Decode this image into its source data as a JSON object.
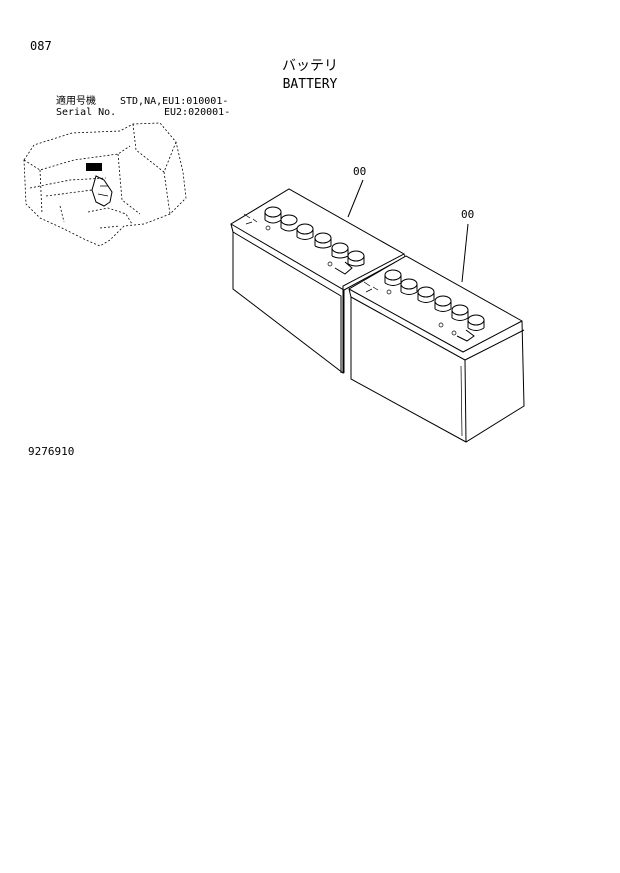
{
  "page_number": "087",
  "title_jp": "バッテリ",
  "title_en": "BATTERY",
  "serial_label_jp": "適用号機",
  "serial_label_en": "Serial No.",
  "serial_std": "STD,NA,EU1:010001-",
  "serial_eu2": "EU2:020001-",
  "callout_1": "00",
  "callout_2": "00",
  "drawing_number": "9276910"
}
